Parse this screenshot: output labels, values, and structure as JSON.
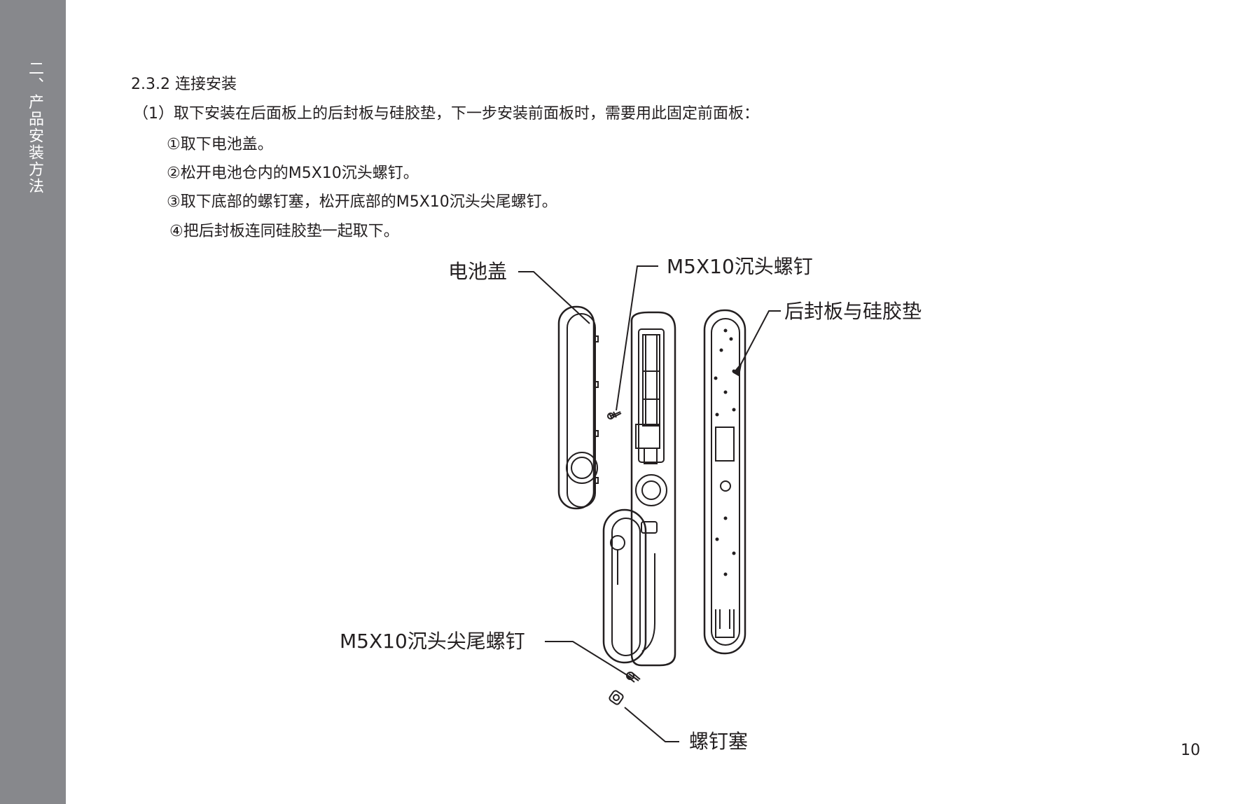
{
  "sidebar": {
    "label": "二、产品安装方法"
  },
  "section": {
    "heading": "2.3.2 连接安装",
    "step": "（1）取下安装在后面板上的后封板与硅胶垫，下一步安装前面板时，需要用此固定前面板：",
    "substeps": [
      "①取下电池盖。",
      "②松开电池仓内的M5X10沉头螺钉。",
      "③取下底部的螺钉塞，松开底部的M5X10沉头尖尾螺钉。",
      "④把后封板连同硅胶垫一起取下。"
    ]
  },
  "figure": {
    "callouts": {
      "battery_cover": "电池盖",
      "countersunk_screw": "M5X10沉头螺钉",
      "rear_plate": "后封板与硅胶垫",
      "tapping_screw": "M5X10沉头尖尾螺钉",
      "screw_plug": "螺钉塞"
    }
  },
  "page": {
    "number": "10"
  },
  "colors": {
    "sidebar": "#87888c",
    "text": "#231f20",
    "line": "#231f20"
  }
}
